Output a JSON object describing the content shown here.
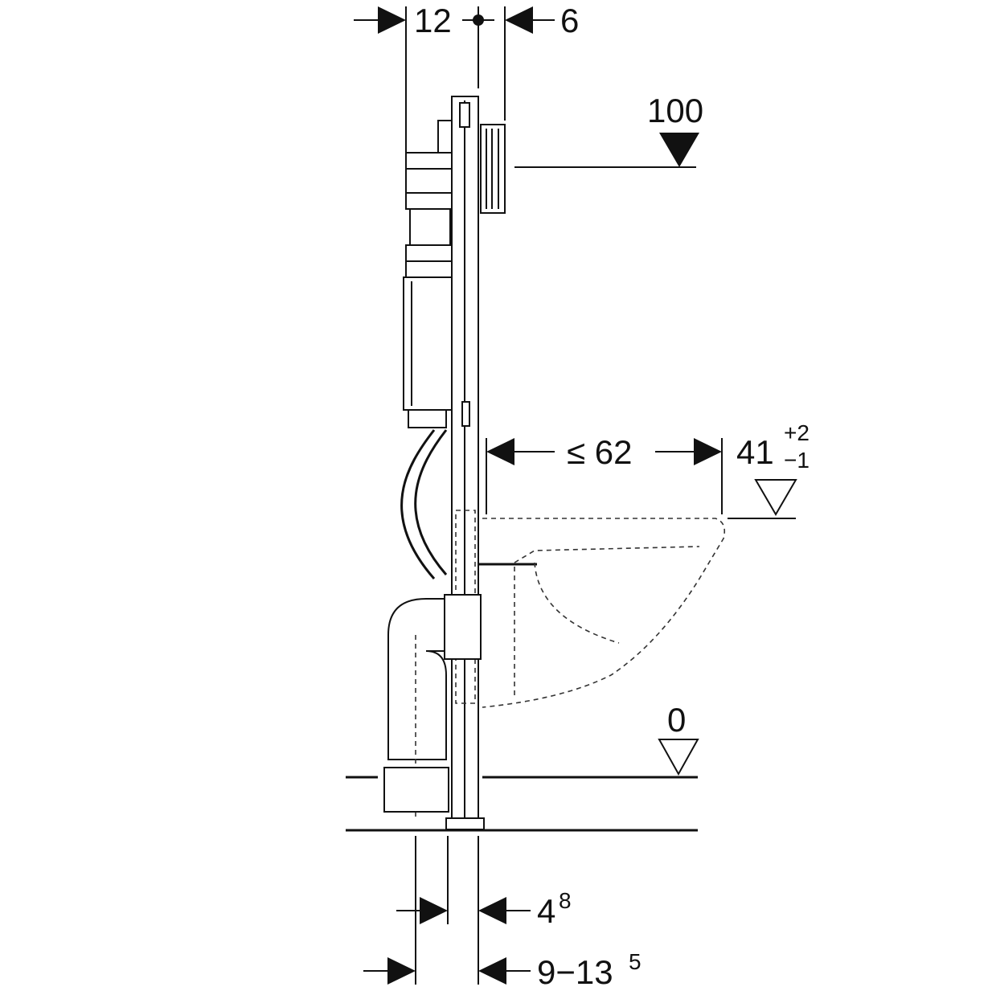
{
  "dimensions": {
    "top_left_offset": "12",
    "top_right_offset": "6",
    "actuator_height": "100",
    "projection_max": "≤ 62",
    "seat_height": "41",
    "seat_tol_plus": "+2",
    "seat_tol_minus": "−1",
    "floor_level": "0",
    "bottom_a": "4",
    "bottom_a_sup": "8",
    "bottom_b": "9−13",
    "bottom_b_sup": "5"
  },
  "colors": {
    "line": "#111111",
    "background": "#ffffff"
  }
}
